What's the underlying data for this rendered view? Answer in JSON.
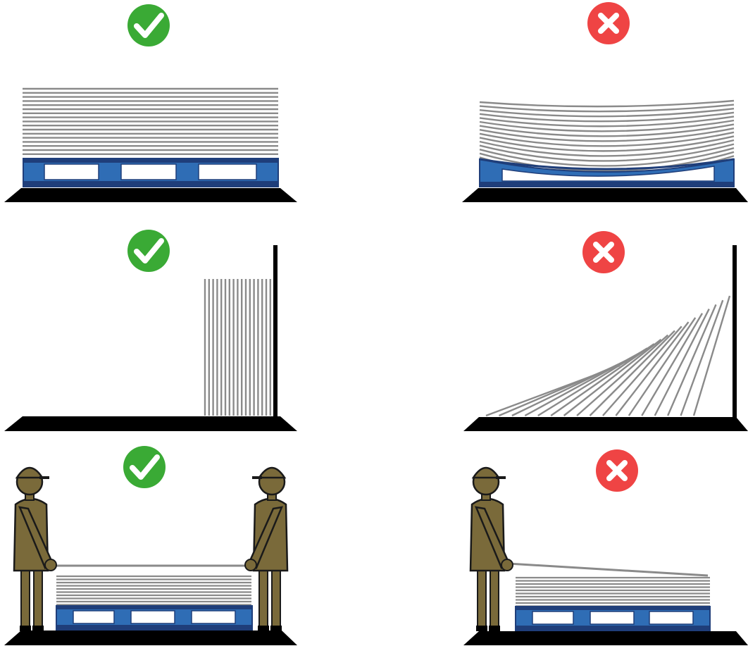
{
  "colors": {
    "correct": "#3aaa35",
    "incorrect": "#ef4444",
    "pallet": "#2f6db5",
    "pallet_dark": "#1f3e7a",
    "sheet": "#8a8a8a",
    "ground": "#000000",
    "worker": "#7a6a3a",
    "worker_outline": "#1a1a1a"
  },
  "panels": [
    {
      "id": "panel-stack-flat-pallet",
      "verdict": "correct",
      "icon": "checkmark-icon",
      "scene": "sheets-flat-on-pallet"
    },
    {
      "id": "panel-stack-sagging-pallet",
      "verdict": "incorrect",
      "icon": "cross-icon",
      "scene": "sheets-sagging-on-warped-pallet"
    },
    {
      "id": "panel-vertical-against-wall",
      "verdict": "correct",
      "icon": "checkmark-icon",
      "scene": "sheets-upright-against-wall"
    },
    {
      "id": "panel-leaning-fan",
      "verdict": "incorrect",
      "icon": "cross-icon",
      "scene": "sheets-leaning-fanned-against-wall"
    },
    {
      "id": "panel-two-person-lift",
      "verdict": "correct",
      "icon": "checkmark-icon",
      "scene": "two-workers-lifting-sheet"
    },
    {
      "id": "panel-one-person-lift",
      "verdict": "incorrect",
      "icon": "cross-icon",
      "scene": "one-worker-lifting-sheet"
    }
  ]
}
